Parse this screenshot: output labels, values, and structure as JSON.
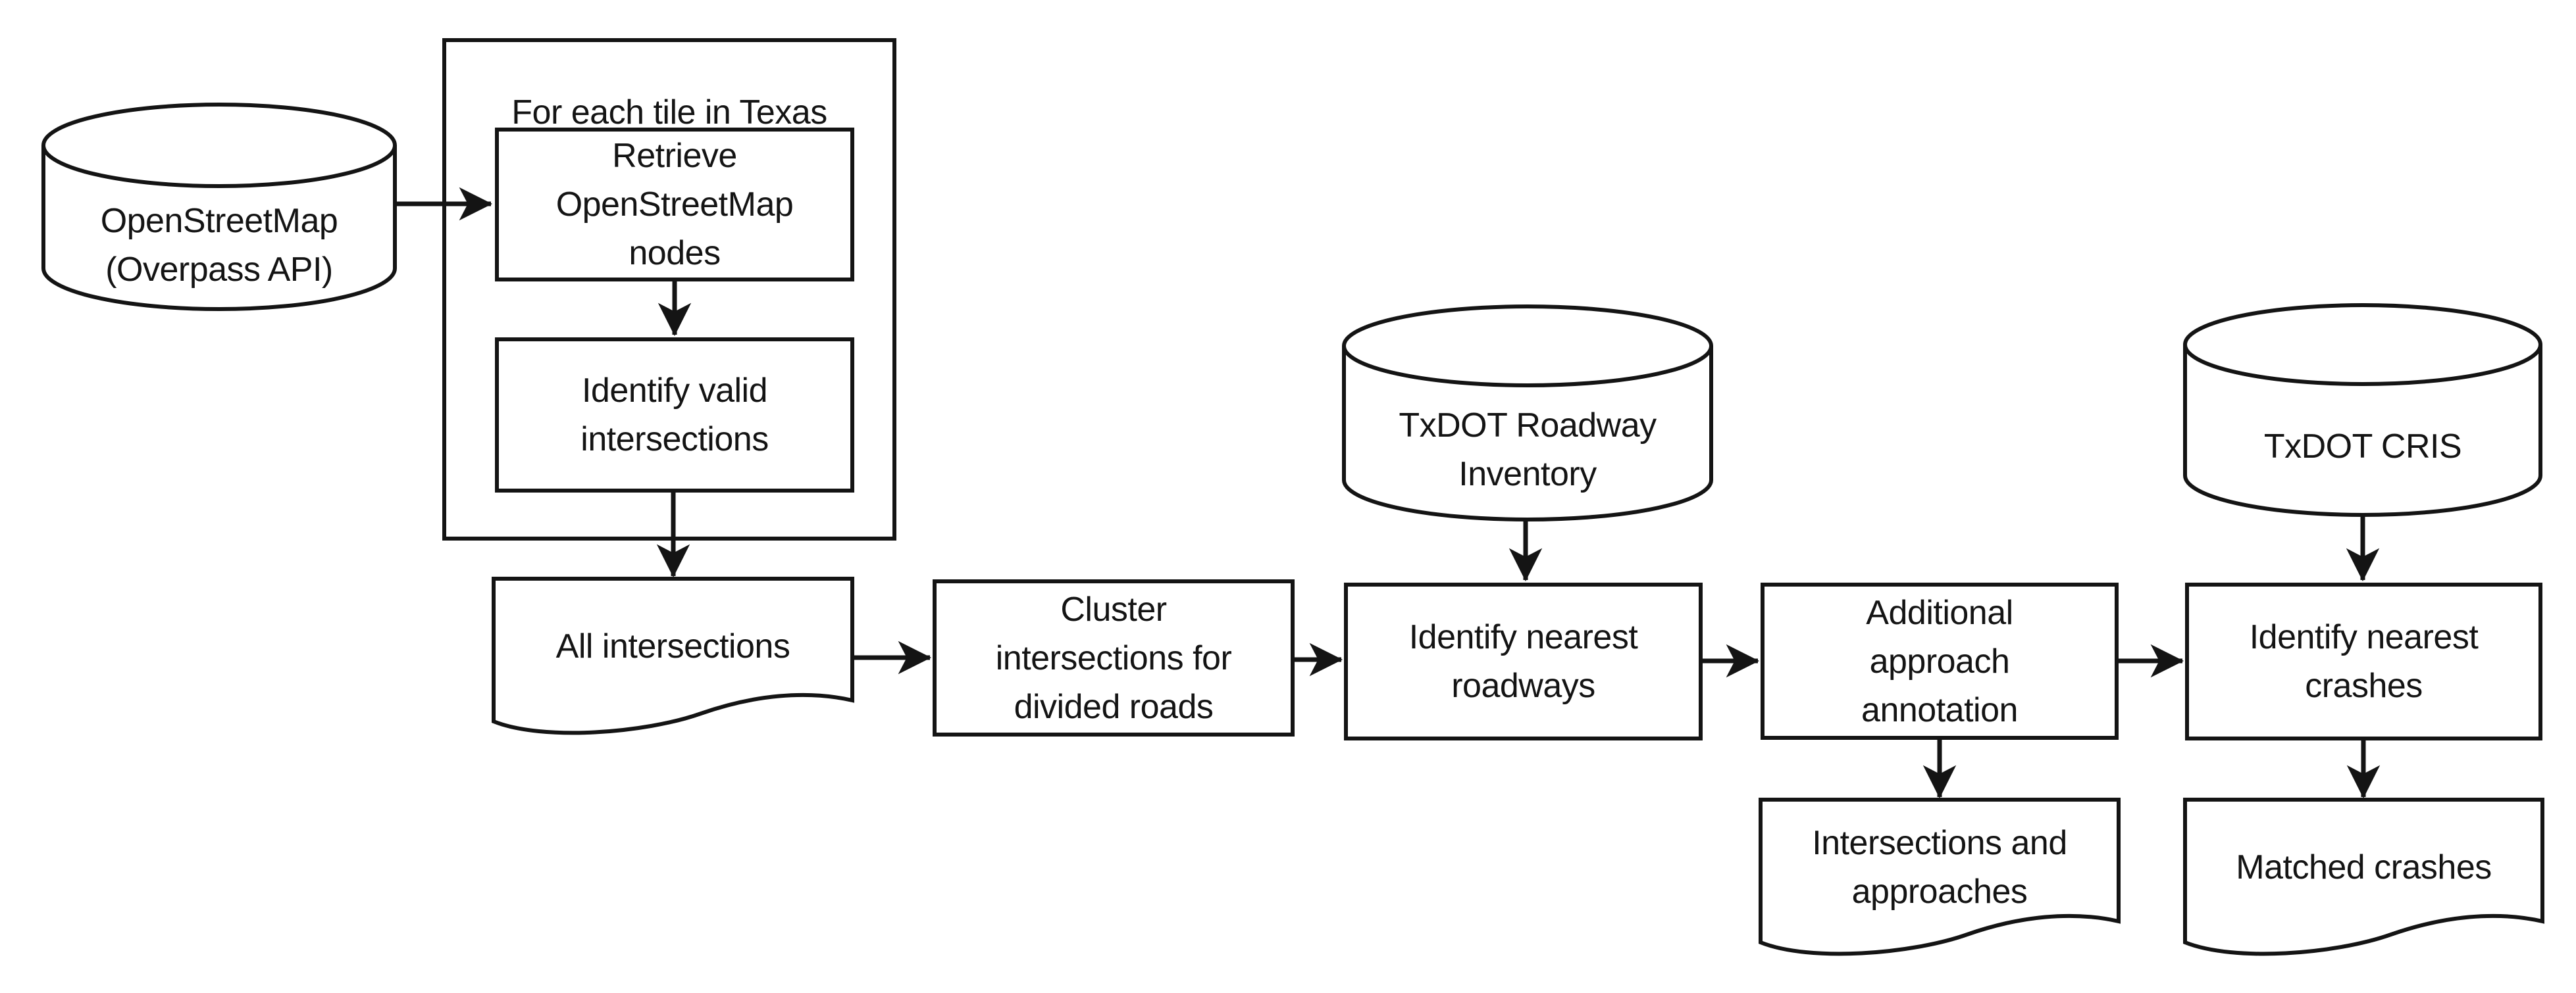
{
  "figure": {
    "type": "flowchart",
    "background_color": "#ffffff",
    "ink_color": "#141414",
    "container": {
      "label": "For each tile in Texas",
      "children": [
        "retrieve_nodes",
        "identify_valid"
      ]
    },
    "nodes": {
      "osm": {
        "shape": "database",
        "label": "OpenStreetMap\n(Overpass API)"
      },
      "retrieve_nodes": {
        "shape": "process",
        "label": "Retrieve\nOpenStreetMap\nnodes"
      },
      "identify_valid": {
        "shape": "process",
        "label": "Identify valid\nintersections"
      },
      "all_intersections": {
        "shape": "document",
        "label": "All intersections"
      },
      "cluster": {
        "shape": "process",
        "label": "Cluster\nintersections for\ndivided roads"
      },
      "roadway_inventory": {
        "shape": "database",
        "label": "TxDOT Roadway\nInventory"
      },
      "identify_roadways": {
        "shape": "process",
        "label": "Identify nearest\nroadways"
      },
      "additional_annotation": {
        "shape": "process",
        "label": "Additional\napproach\nannotation"
      },
      "txdot_cris": {
        "shape": "database",
        "label": "TxDOT CRIS"
      },
      "identify_crashes": {
        "shape": "process",
        "label": "Identify nearest\ncrashes"
      },
      "intersections_approaches": {
        "shape": "document",
        "label": "Intersections and\napproaches"
      },
      "matched_crashes": {
        "shape": "document",
        "label": "Matched crashes"
      }
    },
    "edges": [
      {
        "from": "osm",
        "to": "retrieve_nodes"
      },
      {
        "from": "retrieve_nodes",
        "to": "identify_valid"
      },
      {
        "from": "identify_valid",
        "to": "all_intersections"
      },
      {
        "from": "all_intersections",
        "to": "cluster"
      },
      {
        "from": "cluster",
        "to": "identify_roadways"
      },
      {
        "from": "roadway_inventory",
        "to": "identify_roadways"
      },
      {
        "from": "identify_roadways",
        "to": "additional_annotation"
      },
      {
        "from": "additional_annotation",
        "to": "identify_crashes"
      },
      {
        "from": "txdot_cris",
        "to": "identify_crashes"
      },
      {
        "from": "additional_annotation",
        "to": "intersections_approaches"
      },
      {
        "from": "identify_crashes",
        "to": "matched_crashes"
      }
    ]
  }
}
